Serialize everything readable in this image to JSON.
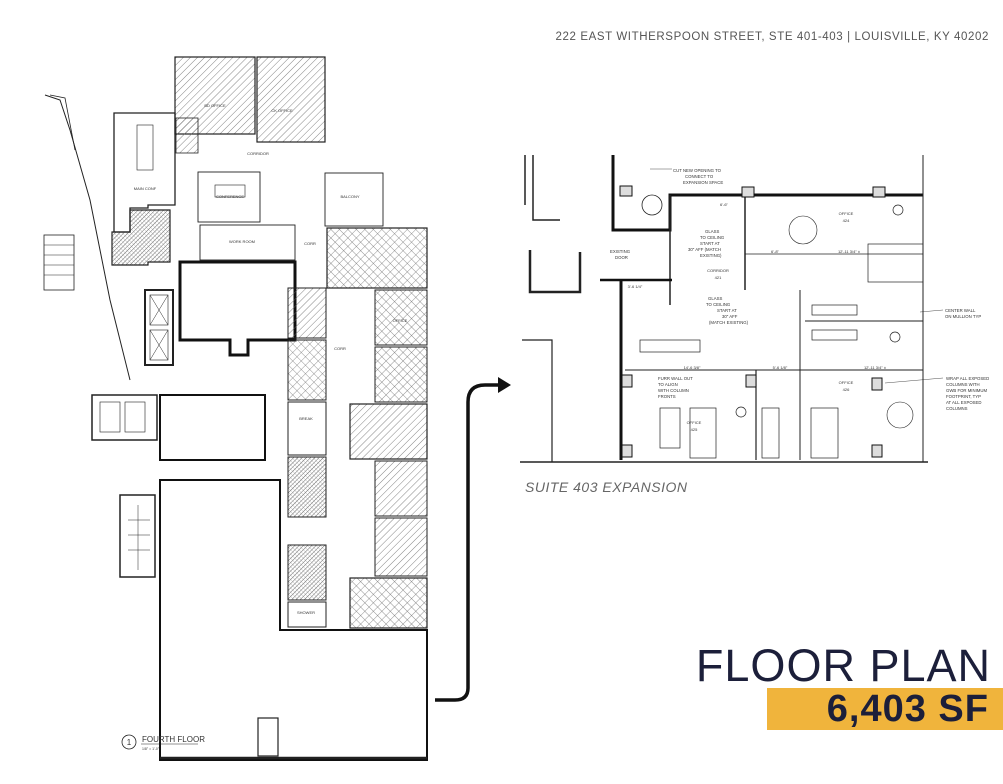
{
  "header": {
    "address": "222 EAST WITHERSPOON STREET, STE 401-403 | LOUISVILLE, KY 40202"
  },
  "plan": {
    "drawing_number": "1",
    "drawing_title": "FOURTH FLOOR",
    "scale": "1/8\" = 1'-0\"",
    "rooms": {
      "office_a": "BD OFFICE",
      "office_b": "CK OFFICE",
      "main_conf": "MAIN CONF",
      "corridor": "CORRIDOR",
      "conference": "CONFERENCE",
      "work_room": "WORK ROOM",
      "balcony": "BALCONY",
      "corr": "CORR",
      "break": "BREAK",
      "shower": "SHOWER",
      "office": "OFFICE"
    }
  },
  "inset": {
    "caption": "SUITE 403 EXPANSION",
    "notes": {
      "cut_opening": [
        "CUT NEW OPENING TO",
        "CONNECT TO",
        "EXPANSION SPACE"
      ],
      "glass1": [
        "GLASS",
        "TO CEILING",
        "START AT",
        "30\" AFF (MATCH",
        "EXISTING)"
      ],
      "existing_door": [
        "EXISTING",
        "DOOR"
      ],
      "glass2": [
        "GLASS",
        "TO CEILING",
        "START AT",
        "30\" AFF",
        "(MATCH EXISTING)"
      ],
      "center_wall": [
        "CENTER WALL",
        "ON MULLION TYP"
      ],
      "furr_wall": [
        "FURR WALL OUT",
        "TO ALIGN",
        "WITH COLUMN",
        "FRONTS"
      ],
      "wrap_columns": [
        "WRAP ALL EXPOSED",
        "COLUMNS WITH",
        "GWB FOR MINIMUM",
        "FOOTPRINT, TYP",
        "AT ALL EXPOSED",
        "COLUMNS"
      ]
    },
    "rooms": {
      "corridor": "CORRIDOR",
      "corridor_no": "421",
      "office1": "OFFICE",
      "office1_no": "424",
      "office2": "OFFICE",
      "office2_no": "425",
      "office3": "OFFICE",
      "office3_no": "426"
    },
    "dims": {
      "d1": "6'-6\"",
      "d2": "6'-8\"",
      "d3": "12'-11 3/4\" ±",
      "d4": "14'-6 3/8\"",
      "d5": "5'-6 1/8\"",
      "d6": "12'-11 3/4\" ±",
      "d7": "3'-6 1/4\""
    }
  },
  "summary": {
    "title": "FLOOR PLAN",
    "area": "6,403 SF"
  },
  "colors": {
    "navy": "#1c1f3a",
    "accent": "#f0b43c",
    "text_gray": "#555555"
  }
}
